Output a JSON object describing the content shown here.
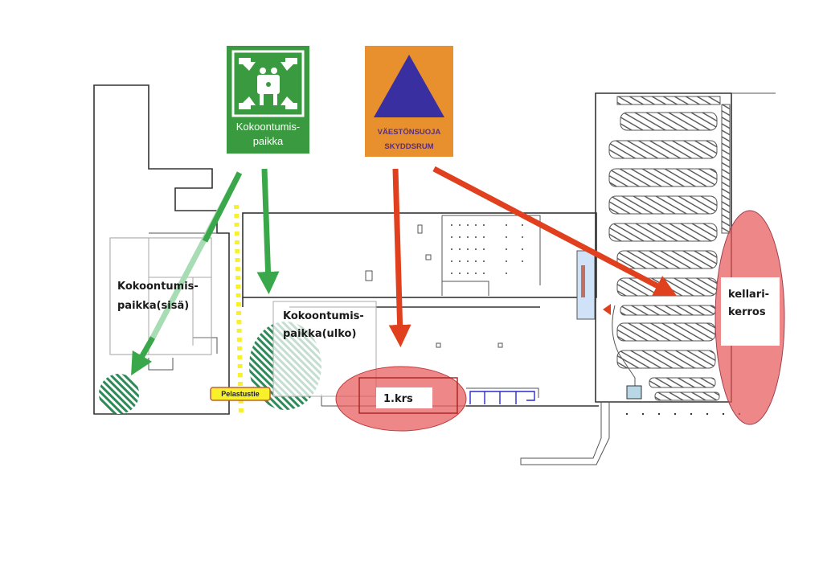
{
  "title": "Evacuation and shelter map",
  "signs": {
    "assembly": {
      "icon": "assembly-point-icon",
      "line1": "Kokoontumis-",
      "line2": "paikka",
      "color": "#3a9a3f"
    },
    "shelter": {
      "icon": "civil-defence-triangle-icon",
      "line1": "VÄESTÖNSUOJA",
      "line2": "SKYDDSRUM",
      "color": "#e8902e",
      "triangle_color": "#3a2fa0"
    }
  },
  "labels": {
    "assembly_inside": {
      "line1": "Kokoontumis-",
      "line2": "paikka(sisä)"
    },
    "assembly_outside": {
      "line1": "Kokoontumis-",
      "line2": "paikka(ulko)"
    },
    "floor1": "1.krs",
    "basement": {
      "line1": "kellari-",
      "line2": "kerros"
    },
    "rescue_route": "Pelastustie"
  },
  "colors": {
    "green_arrow": "#3aa84a",
    "green_arrow_light": "#a8dcb4",
    "red_arrow": "#e0401e",
    "highlight_red": "#e6545480",
    "hatch_green": "#2f8a5a",
    "route_yellow": "#f7f02a",
    "route_sign_bg": "#f7f02a",
    "route_sign_border": "#c0603a"
  }
}
